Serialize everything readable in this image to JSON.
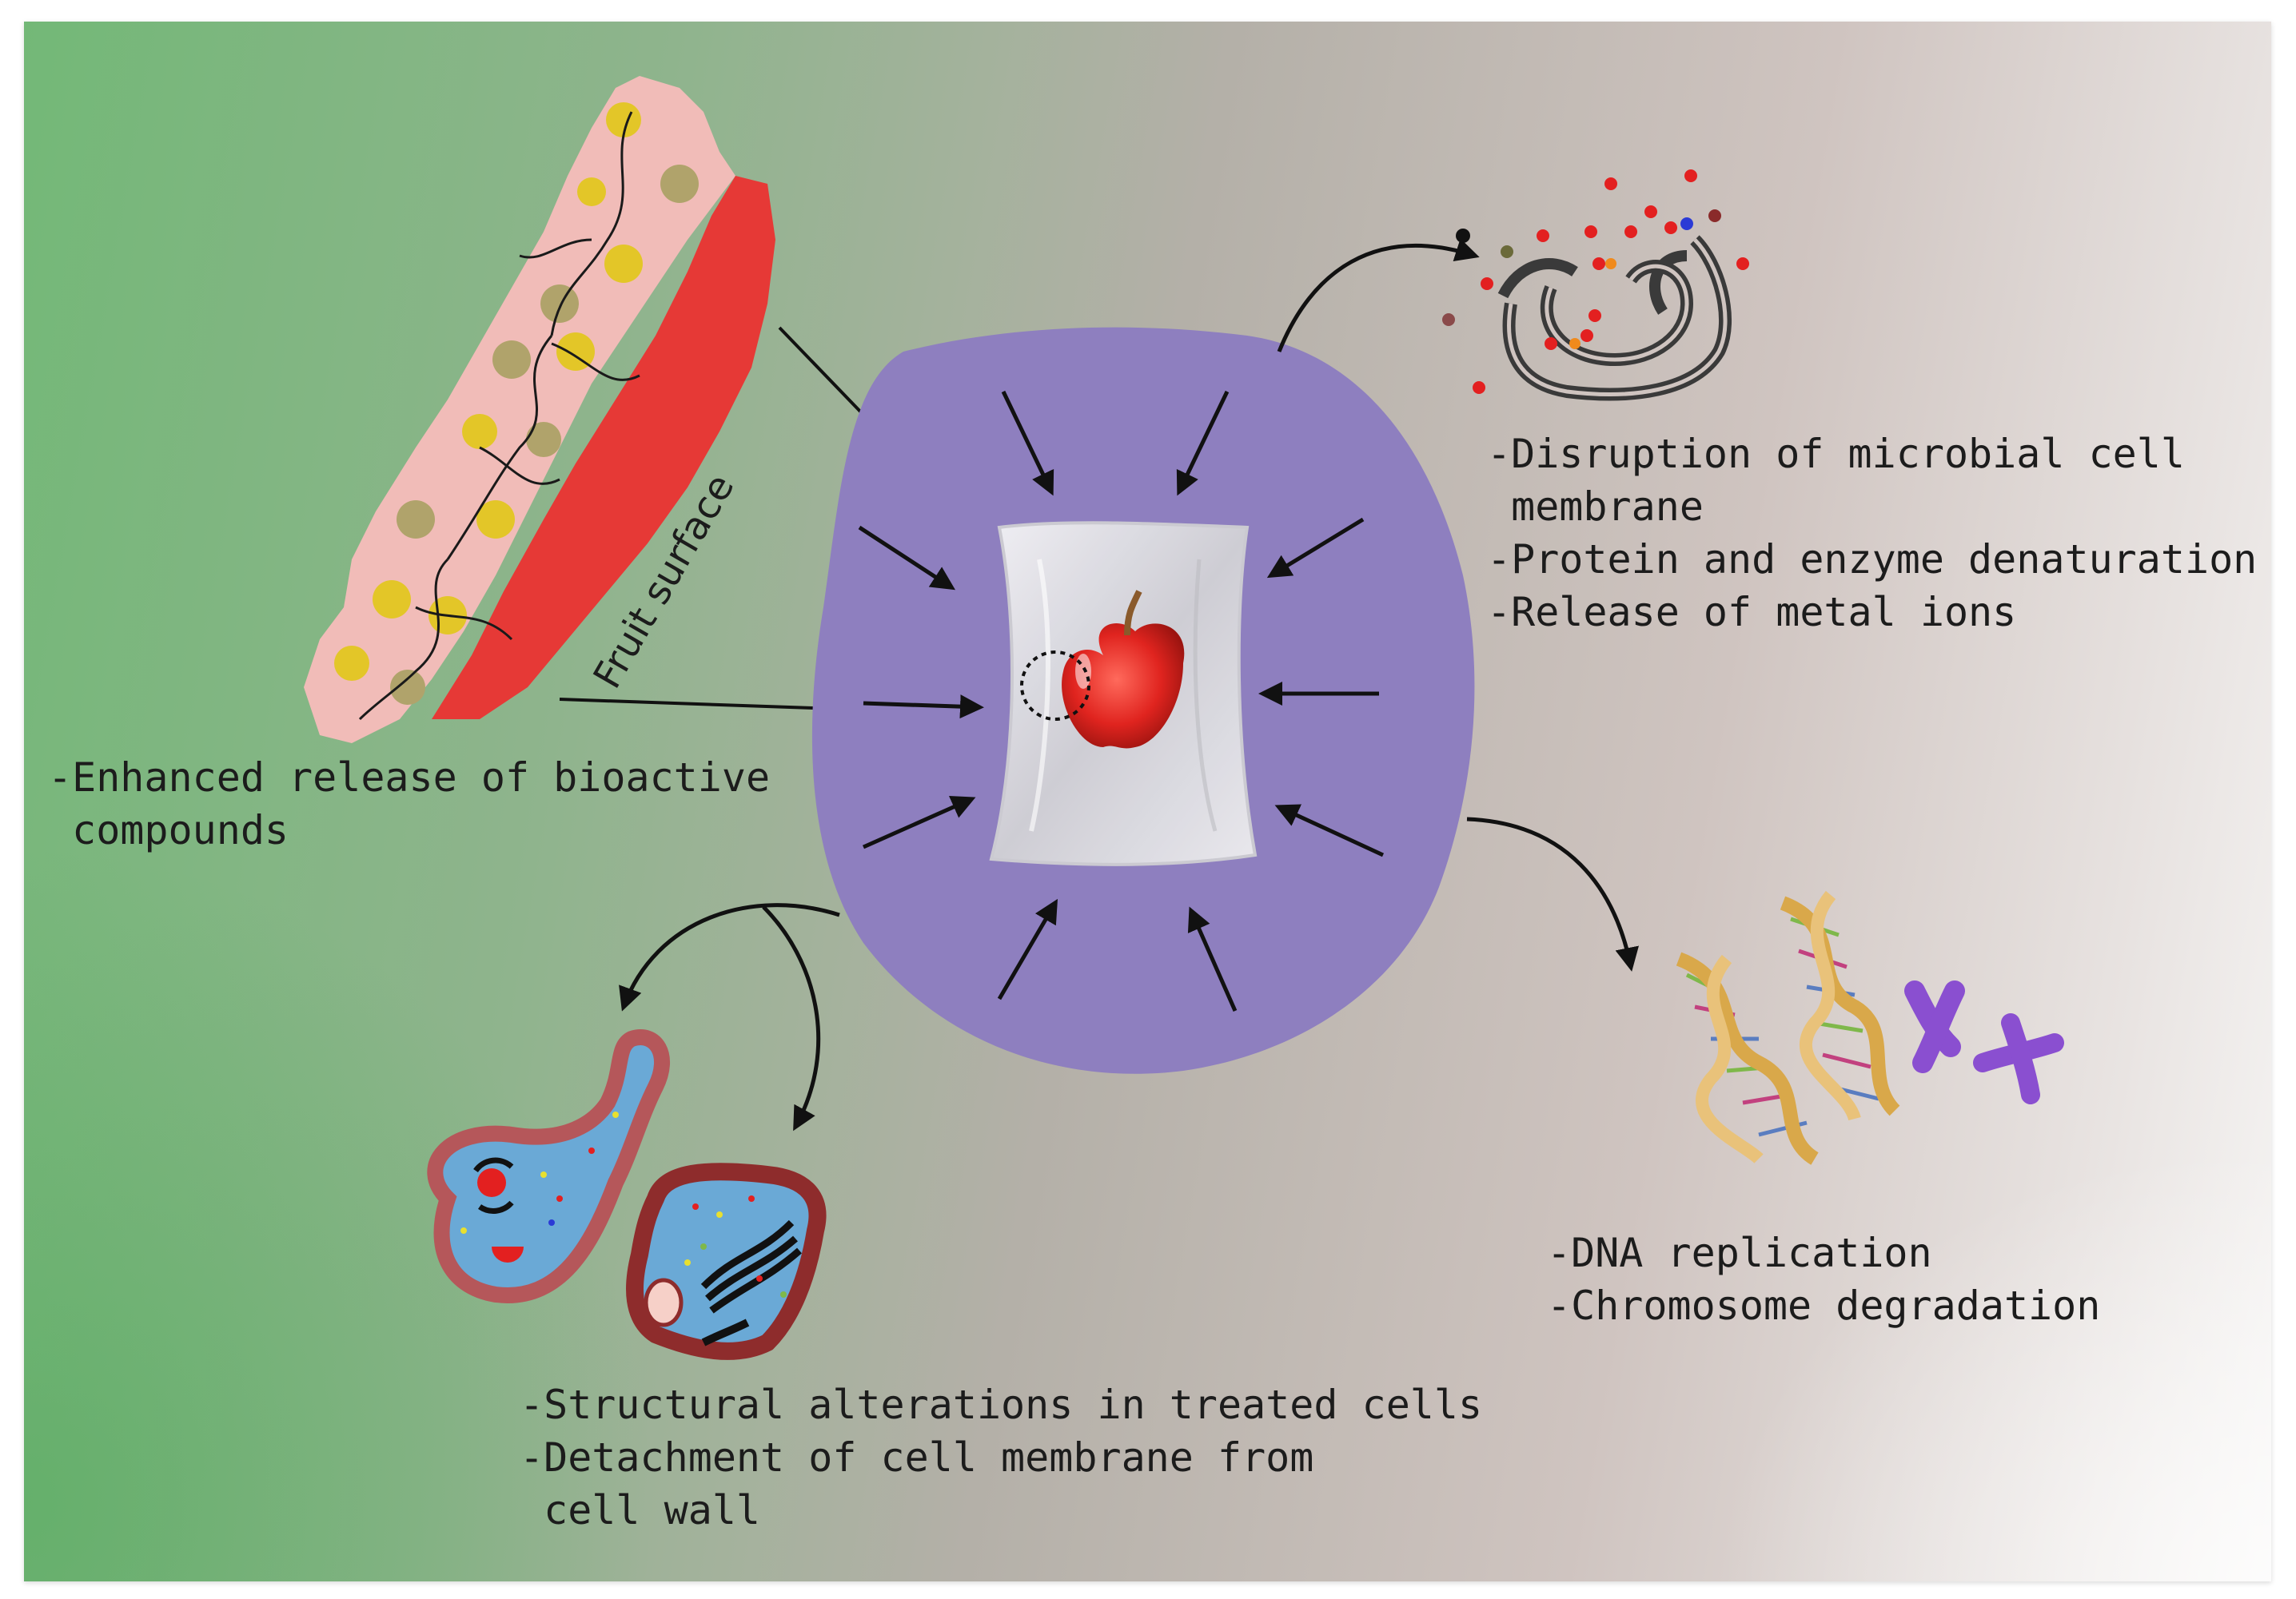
{
  "labels": {
    "fruit_surface": "Fruit surface",
    "bioactive": [
      "-Enhanced release of bioactive",
      " compounds"
    ],
    "microbial": [
      "-Disruption of microbial cell",
      " membrane",
      "-Protein and enzyme denaturation",
      "-Release of metal ions"
    ],
    "dna": [
      "-DNA replication",
      "-Chromosome degradation"
    ],
    "structural": [
      "-Structural alterations in treated cells",
      "-Detachment of cell membrane from",
      " cell wall"
    ]
  },
  "colors": {
    "pressure_chamber": "#8e7fbf",
    "fruit_skin": "#e23a36",
    "fruit_flesh": "#f1bcb8",
    "cell_fill": "#6aa9d6",
    "cell_wall": "#b5575a",
    "arrow": "#111111"
  },
  "icons": {
    "fruit": "apple-in-vacuum-bag-icon",
    "membrane": "disrupted-membrane-icon",
    "dna": "dna-helix-icon",
    "chromosome": "chromosome-icon",
    "cells": "microbial-cell-icon"
  }
}
